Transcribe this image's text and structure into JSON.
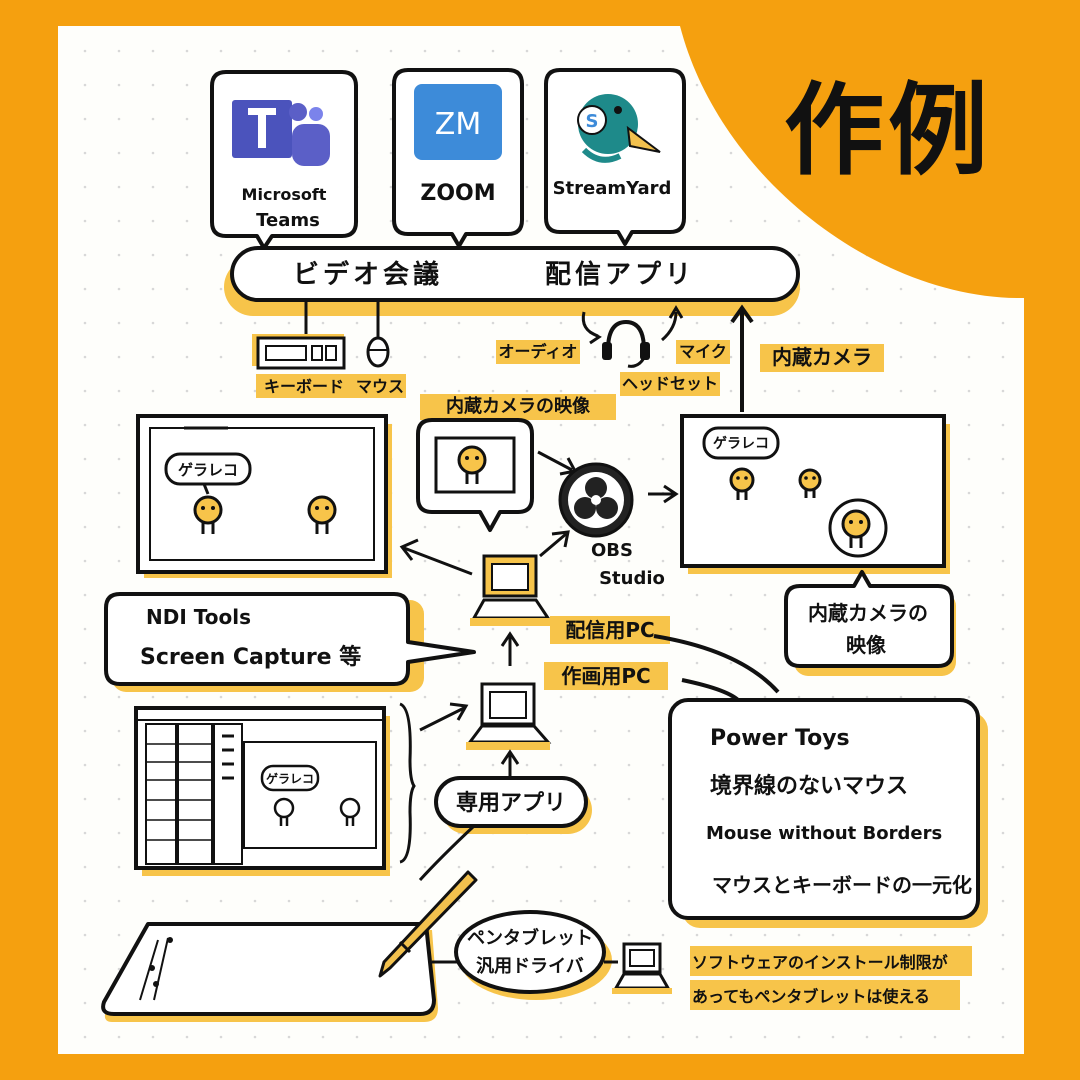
{
  "corner_label": "作例",
  "apps": {
    "teams": {
      "line1": "Microsoft",
      "line2": "Teams",
      "icon": "teams-logo-icon",
      "color": "#4B53BC"
    },
    "zoom": {
      "label": "ZOOM",
      "icon_text": "ZM",
      "color": "#3D8BD9"
    },
    "streamyard": {
      "label": "StreamYard",
      "icon": "streamyard-duck-logo-icon"
    }
  },
  "apps_bar": {
    "left": "ビデオ会議",
    "right": "配信アプリ"
  },
  "peripherals": {
    "keyboard": "キーボード",
    "mouse": "マウス",
    "audio": "オーディオ",
    "mic": "マイク",
    "headset": "ヘッドセット",
    "builtin_camera": "内蔵カメラ"
  },
  "camera_feed_label": "内蔵カメラの映像",
  "screen_bubbles": {
    "left": "ゲラレコ",
    "right": "ゲラレコ",
    "drawing": "ゲラレコ"
  },
  "obs": {
    "line1": "OBS",
    "line2": "Studio",
    "icon": "obs-logo-icon"
  },
  "output_camera_note": {
    "line1": "内蔵カメラの",
    "line2": "映像"
  },
  "ndi_note": {
    "line1": "NDI Tools",
    "line2": "Screen Capture 等"
  },
  "pc_labels": {
    "streaming": "配信用PC",
    "drawing": "作画用PC"
  },
  "powertoys_note": {
    "line1": "Power Toys",
    "line2": "境界線のないマウス",
    "line3": "Mouse without Borders",
    "line4": "マウスとキーボードの一元化"
  },
  "dedicated_app": "専用アプリ",
  "tablet_driver": {
    "line1": "ペンタブレット",
    "line2": "汎用ドライバ"
  },
  "bottom_note": {
    "line1": "ソフトウェアのインストール制限が",
    "line2": "あってもペンタブレットは使える"
  },
  "colors": {
    "orange": "#F5A00F",
    "highlight": "#F7C44A",
    "paper": "#FEFEFB",
    "ink": "#111111"
  }
}
